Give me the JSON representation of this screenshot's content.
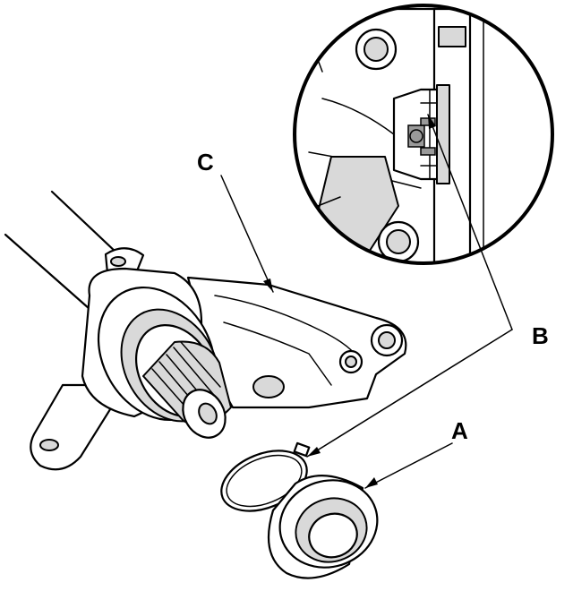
{
  "labels": {
    "a": "A",
    "b": "B",
    "c": "C"
  },
  "icons": {
    "drive_shaft": "drive-shaft-icon",
    "bearing_support": "bearing-support-bracket-icon",
    "seal": "dust-seal-icon",
    "snap_ring": "snap-ring-icon",
    "detail_view": "magnified-detail-circle-icon"
  },
  "colors": {
    "line": "#000000",
    "shade": "#d9d9d9",
    "background": "#ffffff"
  }
}
